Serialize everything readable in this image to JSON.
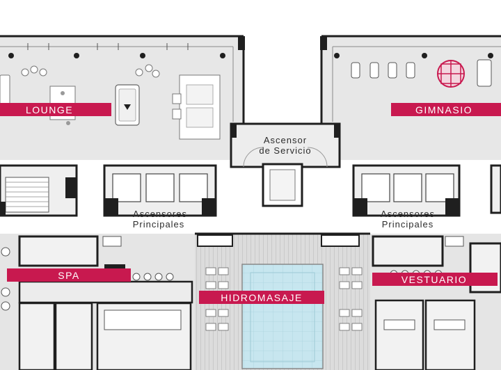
{
  "colors": {
    "accent": "#c8194f",
    "floor": "#e6e6e6",
    "wall": "#1f1f1f",
    "water": "#bfe3ee",
    "deck": "#d3d3d3"
  },
  "labels": {
    "lounge": "LOUNGE",
    "gimnasio": "GIMNASIO",
    "spa": "SPA",
    "hidromasaje": "HIDROMASAJE",
    "vestuario": "VESTUARIO"
  },
  "plan_text": {
    "service_elevator_1": "Ascensor",
    "service_elevator_2": "de Servicio",
    "main_elevators_left_1": "Ascensores",
    "main_elevators_left_2": "Principales",
    "main_elevators_right_1": "Ascensores",
    "main_elevators_right_2": "Principales"
  }
}
